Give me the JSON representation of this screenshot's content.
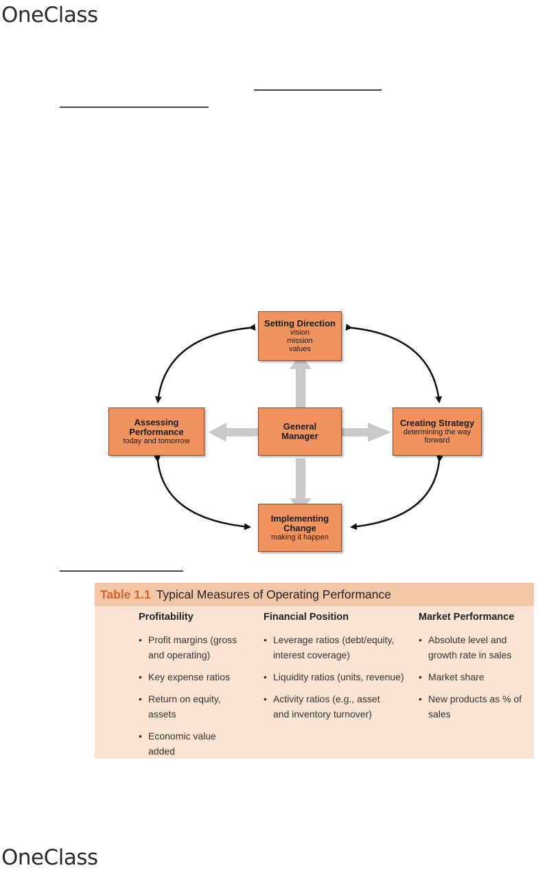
{
  "header": {
    "logo_text": "OneClass"
  },
  "footer": {
    "logo_text": "OneClass"
  },
  "diagram": {
    "center": {
      "title": "General Manager"
    },
    "top": {
      "title": "Setting Direction",
      "lines": [
        "vision",
        "mission",
        "values"
      ]
    },
    "left": {
      "title": "Assessing Performance",
      "subtitle": "today and tomorrow"
    },
    "right": {
      "title": "Creating Strategy",
      "subtitle": "determining the way forward"
    },
    "bottom": {
      "title": "Implementing Change",
      "subtitle": "making it happen"
    }
  },
  "table": {
    "number": "Table 1.1",
    "title": "Typical Measures of Operating Performance",
    "columns": [
      {
        "header": "Profitability",
        "items": [
          "Profit margins (gross and operating)",
          "Key expense ratios",
          "Return on equity, assets",
          "Economic value added"
        ]
      },
      {
        "header": "Financial Position",
        "items": [
          "Leverage ratios (debt/equity, interest coverage)",
          "Liquidity ratios (units, revenue)",
          "Activity ratios (e.g., asset and inventory turnover)"
        ]
      },
      {
        "header": "Market Performance",
        "items": [
          "Absolute level and growth rate in sales",
          "Market share",
          "New products as % of sales"
        ]
      }
    ]
  },
  "colors": {
    "box_fill": "#f0935e",
    "table_bg": "#fbe3d2",
    "table_header_bg": "#f3c6a6",
    "table_number": "#d9622b",
    "arrow_gray": "#c8c8c8"
  }
}
